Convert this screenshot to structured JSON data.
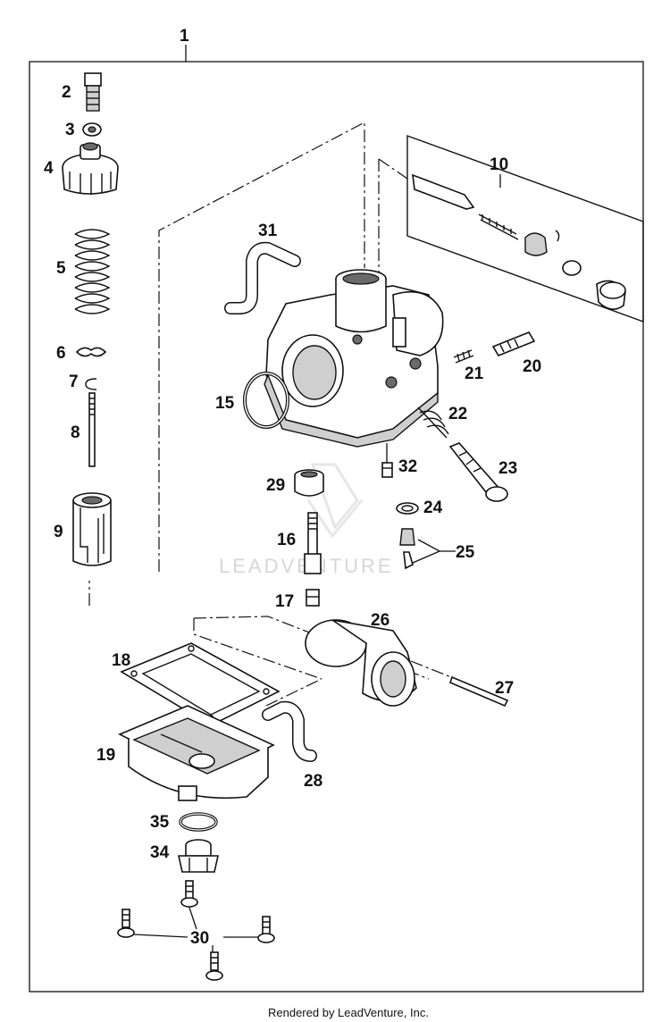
{
  "diagram": {
    "assembly_label": "1",
    "parts": {
      "p2": "2",
      "p3": "3",
      "p4": "4",
      "p5": "5",
      "p6": "6",
      "p7": "7",
      "p8": "8",
      "p9": "9",
      "p10": "10",
      "p15": "15",
      "p16": "16",
      "p17": "17",
      "p18": "18",
      "p19": "19",
      "p20": "20",
      "p21": "21",
      "p22": "22",
      "p23": "23",
      "p24": "24",
      "p25": "25",
      "p26": "26",
      "p27": "27",
      "p28": "28",
      "p29": "29",
      "p30": "30",
      "p31": "31",
      "p32": "32",
      "p34": "34",
      "p35": "35"
    },
    "watermark": "LEADVENTURE",
    "footer": "Rendered by LeadVenture, Inc."
  }
}
